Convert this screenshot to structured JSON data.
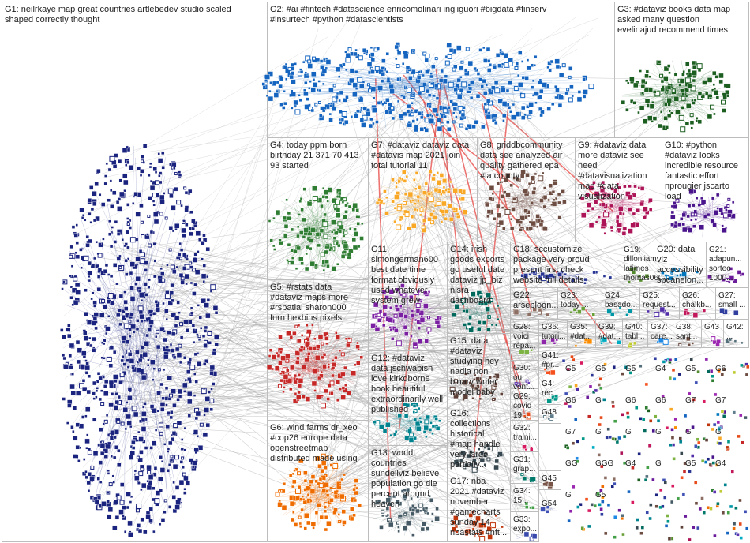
{
  "graph": {
    "groups": [
      {
        "id": "G1",
        "lines": [
          "G1: neilrkaye map great countries artlebedev studio scaled",
          "shaped correctly thought"
        ],
        "color": "#1a237e"
      },
      {
        "id": "G2",
        "lines": [
          "G2: #ai #fintech #datascience enricomolinari ingliguori #bigdata #finserv",
          "#insurtech #python #datascientists"
        ],
        "color": "#1565c0"
      },
      {
        "id": "G3",
        "lines": [
          "G3: #dataviz books data map",
          "asked many question",
          "evelinajud recommend times"
        ],
        "color": "#1b5e20"
      },
      {
        "id": "G4",
        "lines": [
          "G4: today ppm born",
          "birthday 21 371 70 413",
          "93 started"
        ],
        "color": "#2e7d32"
      },
      {
        "id": "G5",
        "lines": [
          "G5: #rstats data",
          "#dataviz maps more",
          "#rspatial sharon000",
          "furn hexbins pixels"
        ],
        "color": "#c62828"
      },
      {
        "id": "G6",
        "lines": [
          "G6: wind farms dr_xeo",
          "#cop26 europe data",
          "openstreetmap",
          "distributed made using"
        ],
        "color": "#ef6c00"
      },
      {
        "id": "G7",
        "lines": [
          "G7: #dataviz dataviz data",
          "#datavis map 2021 join",
          "total tutorial 11"
        ],
        "color": "#f9a825"
      },
      {
        "id": "G8",
        "lines": [
          "G8: griddbcommunity",
          "data see analyzed air",
          "quality gathered epa",
          "#la county"
        ],
        "color": "#6d4c41"
      },
      {
        "id": "G9",
        "lines": [
          "G9: #dataviz data",
          "more dataviz see",
          "need",
          "#datavisualization",
          "map #data",
          "visualization"
        ],
        "color": "#ad1457"
      },
      {
        "id": "G10",
        "lines": [
          "G10: #python",
          "#dataviz looks",
          "incredible resource",
          "fantastic effort",
          "nprougier jscarto",
          "load"
        ],
        "color": "#4a148c"
      },
      {
        "id": "G11",
        "lines": [
          "G11:",
          "simongerman600",
          "best date time",
          "format obviously",
          "used whatever",
          "system grew"
        ],
        "color": "#7b1fa2"
      },
      {
        "id": "G12",
        "lines": [
          "G12: #dataviz",
          "data jschwabish",
          "love kirkdborne",
          "book beautiful",
          "extraordinarily well",
          "published"
        ],
        "color": "#00838f"
      },
      {
        "id": "G13",
        "lines": [
          "G13: world",
          "countries",
          "sundellviz believe",
          "population go die",
          "percent around",
          "heaven"
        ],
        "color": "#455a64"
      },
      {
        "id": "G14",
        "lines": [
          "G14: irish",
          "goods exports",
          "go useful date",
          "dataviz jp_biz",
          "nisra",
          "dashboard"
        ],
        "color": "#00695c"
      },
      {
        "id": "G15",
        "lines": [
          "G15: data",
          "#dataviz",
          "studying hey",
          "nadia non",
          "binary writer",
          "model baby"
        ],
        "color": "#5d4037"
      },
      {
        "id": "G16",
        "lines": [
          "G16:",
          "collections",
          "historical",
          "#map handle",
          "very large",
          "partially..."
        ],
        "color": "#37474f"
      },
      {
        "id": "G17",
        "lines": [
          "G17: nba",
          "2021 #dataviz",
          "november",
          "#gamecharts",
          "sunday 14",
          "nbastats #nft..."
        ],
        "color": "#bf360c"
      },
      {
        "id": "G18",
        "lines": [
          "G18: sccustomize",
          "package very proud",
          "present first check",
          "website full details"
        ],
        "color": "#283593"
      },
      {
        "id": "G19",
        "lines": [
          "G19:",
          "dillonliam",
          "latimes",
          "thomas060..."
        ],
        "color": "#558b2f"
      },
      {
        "id": "G20",
        "lines": [
          "G20: data",
          "viz",
          "accessibility",
          "spcanelon..."
        ],
        "color": "#0277bd"
      },
      {
        "id": "G21",
        "lines": [
          "G21:",
          "adapun...",
          "sorteo",
          "1000..."
        ],
        "color": "#6a1b9a"
      },
      {
        "id": "G22",
        "lines": [
          "G22:",
          "arseblogn..."
        ],
        "color": "#8d6e63"
      },
      {
        "id": "G23",
        "lines": [
          "G23:",
          "today ..."
        ],
        "color": "#689f38"
      },
      {
        "id": "G24",
        "lines": [
          "G24:",
          "basado..."
        ],
        "color": "#0097a7"
      },
      {
        "id": "G25",
        "lines": [
          "G25:",
          "request..."
        ],
        "color": "#512da8"
      },
      {
        "id": "G26",
        "lines": [
          "G26:",
          "chalkb..."
        ],
        "color": "#c2185b"
      },
      {
        "id": "G27",
        "lines": [
          "G27:",
          "small ..."
        ],
        "color": "#303f9f"
      },
      {
        "id": "G28",
        "lines": [
          "G28:",
          "voici",
          "répa..."
        ],
        "color": "#7cb342"
      },
      {
        "id": "G29",
        "lines": [
          "G29:",
          "covid",
          "19..."
        ],
        "color": "#e64a19"
      },
      {
        "id": "G30",
        "lines": [
          "G30:",
          "ou",
          "vont..."
        ],
        "color": "#5e35b1"
      },
      {
        "id": "G31",
        "lines": [
          "G31:",
          "grap..."
        ],
        "color": "#00796b"
      },
      {
        "id": "G32",
        "lines": [
          "G32:",
          "traini..."
        ],
        "color": "#d81b60"
      },
      {
        "id": "G33",
        "lines": [
          "G33:",
          "expo..."
        ],
        "color": "#3949ab"
      },
      {
        "id": "G34",
        "lines": [
          "G34:",
          "15..."
        ],
        "color": "#43a047"
      },
      {
        "id": "G35",
        "lines": [
          "G35:",
          "#dat..."
        ],
        "color": "#fb8c00"
      },
      {
        "id": "G36",
        "lines": [
          "G36:",
          "tutori..."
        ],
        "color": "#8e24aa"
      },
      {
        "id": "G37",
        "lines": [
          "G37:",
          "care..."
        ],
        "color": "#1e88e5"
      },
      {
        "id": "G38",
        "lines": [
          "G38:",
          "sant..."
        ],
        "color": "#6d4c41"
      },
      {
        "id": "G39",
        "lines": [
          "G39:",
          "#dat..."
        ],
        "color": "#00acc1"
      },
      {
        "id": "G40",
        "lines": [
          "G40:",
          "tabl..."
        ],
        "color": "#c0ca33"
      },
      {
        "id": "G41",
        "lines": [
          "G41:",
          "#pr..."
        ],
        "color": "#f4511e"
      },
      {
        "id": "G42",
        "lines": [
          "G42:",
          "..."
        ],
        "color": "#546e7a"
      },
      {
        "id": "G43",
        "lines": [
          "G43",
          ""
        ],
        "color": "#9c27b0"
      },
      {
        "id": "G44",
        "lines": [
          "G4:",
          "rec..."
        ],
        "color": "#009688"
      },
      {
        "id": "G45",
        "lines": [
          "G45",
          ""
        ],
        "color": "#795548"
      },
      {
        "id": "G48",
        "lines": [
          "G48",
          ""
        ],
        "color": "#607d8b"
      },
      {
        "id": "G54",
        "lines": [
          "G54",
          ""
        ],
        "color": "#3f51b5"
      }
    ],
    "small_labels": [
      "G5",
      "G5",
      "G5",
      "G4",
      "G5",
      "G6",
      "G6",
      "G",
      "G6",
      "G6",
      "G7",
      "G7",
      "G7",
      "G",
      "G",
      "G",
      "G",
      "G",
      "GG",
      "GGG",
      "G4",
      "G",
      "G5",
      "G4",
      "G",
      "G5"
    ],
    "edge_color": "#9e9e9e",
    "highlight_edge_color": "#e53935"
  }
}
